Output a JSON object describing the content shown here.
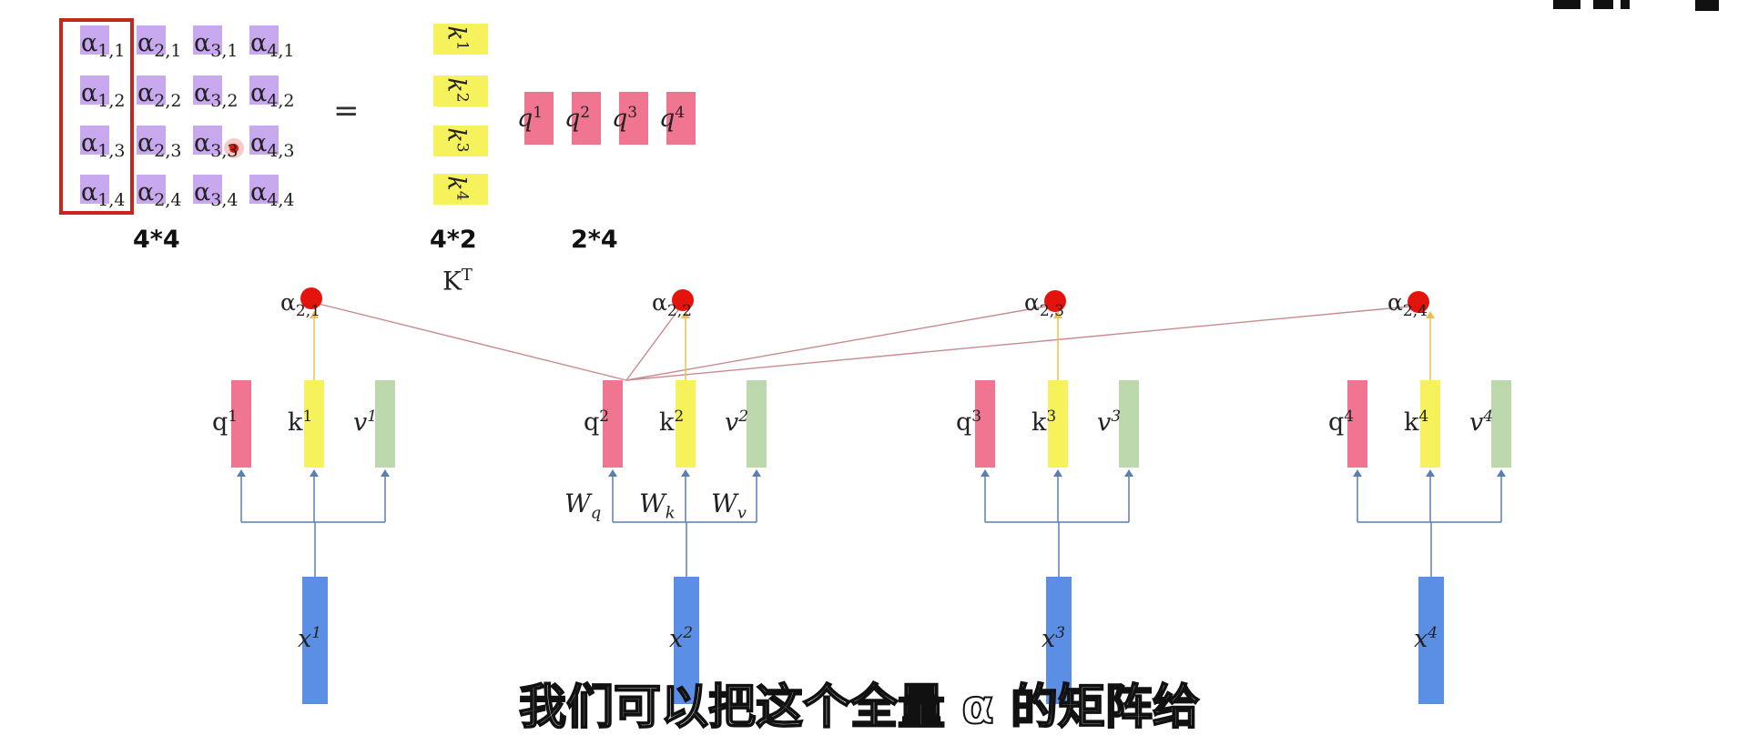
{
  "attention_matrix": {
    "rows": [
      [
        {
          "sym": "α",
          "sub": "1,1"
        },
        {
          "sym": "α",
          "sub": "2,1"
        },
        {
          "sym": "α",
          "sub": "3,1"
        },
        {
          "sym": "α",
          "sub": "4,1"
        }
      ],
      [
        {
          "sym": "α",
          "sub": "1,2"
        },
        {
          "sym": "α",
          "sub": "2,2"
        },
        {
          "sym": "α",
          "sub": "3,2"
        },
        {
          "sym": "α",
          "sub": "4,2"
        }
      ],
      [
        {
          "sym": "α",
          "sub": "1,3"
        },
        {
          "sym": "α",
          "sub": "2,3"
        },
        {
          "sym": "α",
          "sub": "3,3"
        },
        {
          "sym": "α",
          "sub": "4,3"
        }
      ],
      [
        {
          "sym": "α",
          "sub": "1,4"
        },
        {
          "sym": "α",
          "sub": "2,4"
        },
        {
          "sym": "α",
          "sub": "3,4"
        },
        {
          "sym": "α",
          "sub": "4,4"
        }
      ]
    ],
    "dims": "4*4",
    "cell_color": "#c8a8ee",
    "highlight_color": "#c7261a"
  },
  "equals": "=",
  "key_matrix": {
    "items": [
      {
        "sym": "k",
        "sup": "1"
      },
      {
        "sym": "k",
        "sup": "2"
      },
      {
        "sym": "k",
        "sup": "3"
      },
      {
        "sym": "k",
        "sup": "4"
      }
    ],
    "dims": "4*2",
    "transpose_label": {
      "sym": "K",
      "sup": "T"
    },
    "cell_color": "#f6f25c"
  },
  "query_matrix": {
    "items": [
      {
        "sym": "q",
        "sup": "1"
      },
      {
        "sym": "q",
        "sup": "2"
      },
      {
        "sym": "q",
        "sup": "3"
      },
      {
        "sym": "q",
        "sup": "4"
      }
    ],
    "dims": "2*4",
    "cell_color": "#ef7590"
  },
  "network": {
    "columns": [
      {
        "q": {
          "sym": "q",
          "sup": "1"
        },
        "k": {
          "sym": "k",
          "sup": "1"
        },
        "v": {
          "sym": "v",
          "sup": "1"
        },
        "x": {
          "sym": "x",
          "sup": "1"
        },
        "alpha": {
          "sym": "α",
          "sub": "2,1"
        }
      },
      {
        "q": {
          "sym": "q",
          "sup": "2"
        },
        "k": {
          "sym": "k",
          "sup": "2"
        },
        "v": {
          "sym": "v",
          "sup": "2"
        },
        "x": {
          "sym": "x",
          "sup": "2"
        },
        "alpha": {
          "sym": "α",
          "sub": "2,2"
        }
      },
      {
        "q": {
          "sym": "q",
          "sup": "3"
        },
        "k": {
          "sym": "k",
          "sup": "3"
        },
        "v": {
          "sym": "v",
          "sup": "3"
        },
        "x": {
          "sym": "x",
          "sup": "3"
        },
        "alpha": {
          "sym": "α",
          "sub": "2,3"
        }
      },
      {
        "q": {
          "sym": "q",
          "sup": "4"
        },
        "k": {
          "sym": "k",
          "sup": "4"
        },
        "v": {
          "sym": "v",
          "sup": "4"
        },
        "x": {
          "sym": "x",
          "sup": "4"
        },
        "alpha": {
          "sym": "α",
          "sub": "2,4"
        }
      }
    ],
    "weights": [
      {
        "sym": "W",
        "sub": "q"
      },
      {
        "sym": "W",
        "sub": "k"
      },
      {
        "sym": "W",
        "sub": "v"
      }
    ],
    "colors": {
      "q": "#ef7590",
      "k": "#f6f25c",
      "v": "#bcd9ae",
      "x": "#5b8fe6",
      "dot": "#e4140c",
      "arrow": "#5a7fb0",
      "k_arrow": "#e8c24a",
      "connector": "#c98a8e"
    }
  },
  "subtitle": "我们可以把这个全量 α 的矩阵给"
}
